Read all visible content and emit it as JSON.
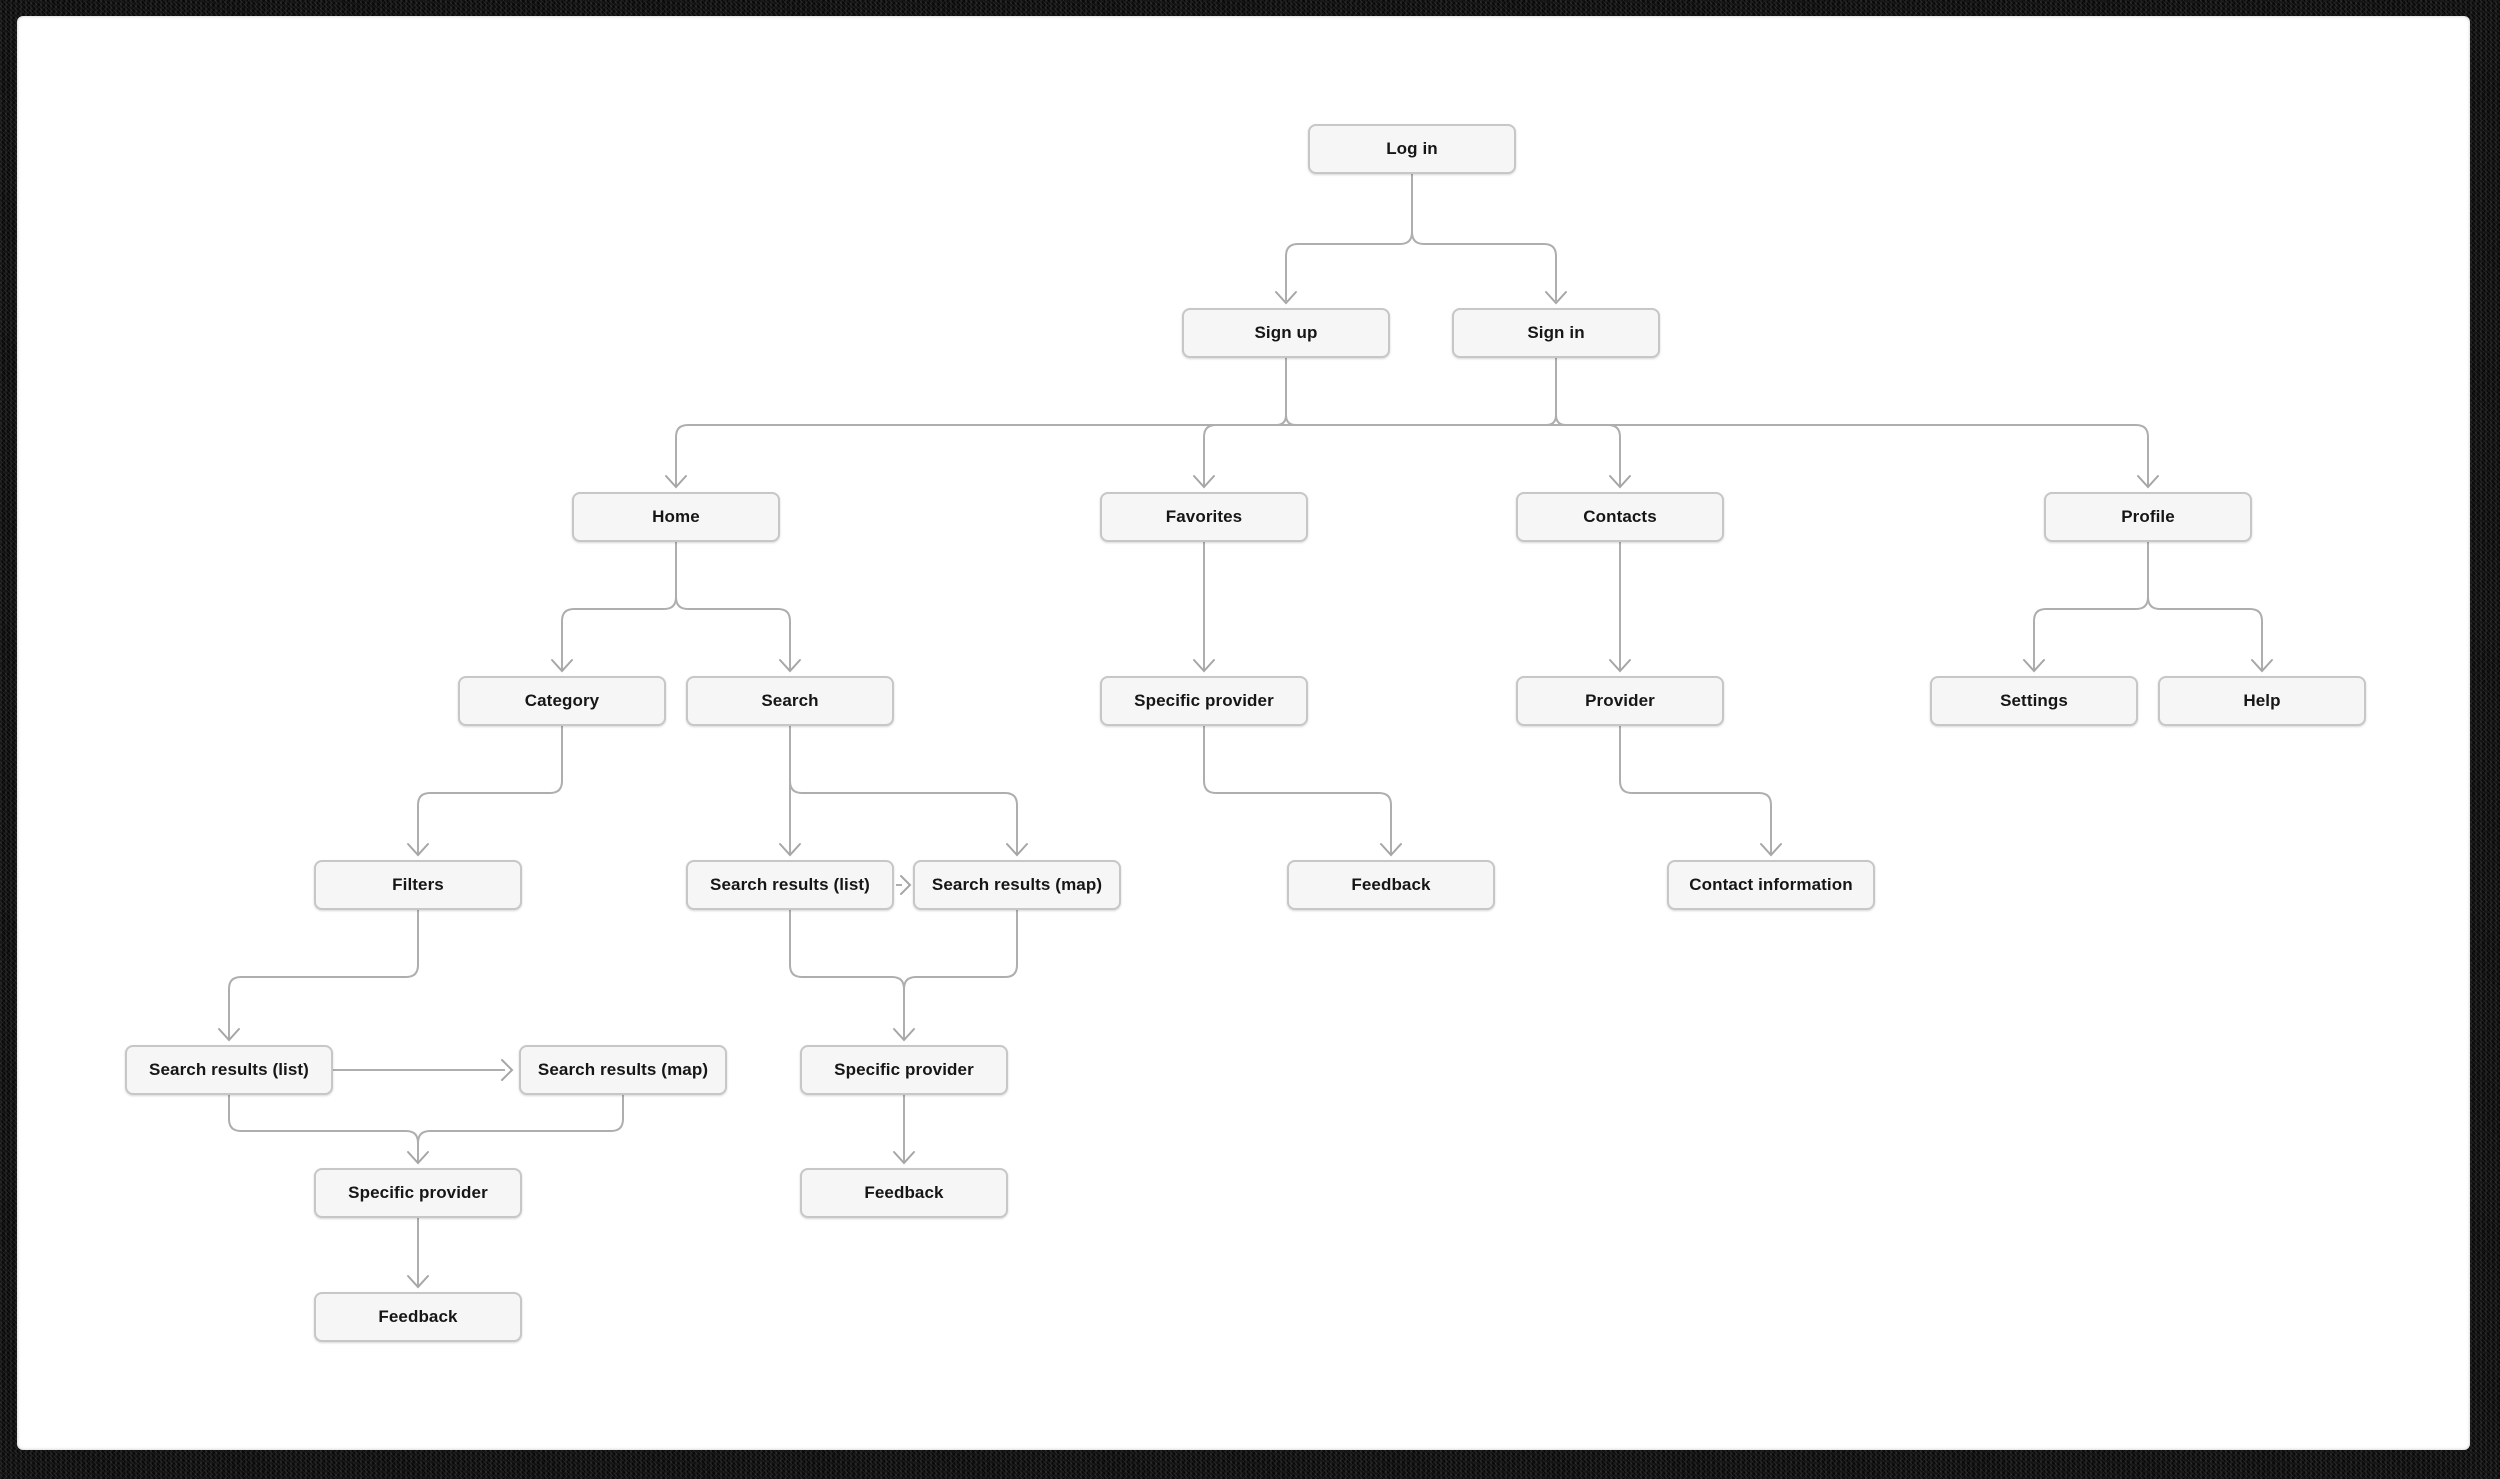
{
  "diagram": {
    "type": "sitemap-flowchart",
    "colors": {
      "sheet_background": "#ffffff",
      "frame": "#090909",
      "node_fill": "#f6f6f6",
      "node_border": "#c7c7c7",
      "node_text": "#161616",
      "connector": "#aeaeae"
    }
  },
  "nodes": {
    "login": {
      "label": "Log in"
    },
    "sign_up": {
      "label": "Sign up"
    },
    "sign_in": {
      "label": "Sign in"
    },
    "home": {
      "label": "Home"
    },
    "favorites": {
      "label": "Favorites"
    },
    "contacts": {
      "label": "Contacts"
    },
    "profile": {
      "label": "Profile"
    },
    "category": {
      "label": "Category"
    },
    "search": {
      "label": "Search"
    },
    "specific_provider_favorites": {
      "label": "Specific provider"
    },
    "provider": {
      "label": "Provider"
    },
    "settings": {
      "label": "Settings"
    },
    "help": {
      "label": "Help"
    },
    "filters": {
      "label": "Filters"
    },
    "search_results_list_mid": {
      "label": "Search results (list)"
    },
    "search_results_map_mid": {
      "label": "Search results (map)"
    },
    "feedback_favorites": {
      "label": "Feedback"
    },
    "contact_information": {
      "label": "Contact information"
    },
    "search_results_list_left": {
      "label": "Search results (list)"
    },
    "search_results_map_left": {
      "label": "Search results (map)"
    },
    "specific_provider_mid": {
      "label": "Specific provider"
    },
    "specific_provider_left": {
      "label": "Specific provider"
    },
    "feedback_mid": {
      "label": "Feedback"
    },
    "feedback_left": {
      "label": "Feedback"
    }
  },
  "edges": [
    {
      "from": "login",
      "to": "sign_up"
    },
    {
      "from": "login",
      "to": "sign_in"
    },
    {
      "from": "sign_up",
      "to": "home"
    },
    {
      "from": "sign_up",
      "to": "favorites"
    },
    {
      "from": "sign_up",
      "to": "contacts"
    },
    {
      "from": "sign_up",
      "to": "profile"
    },
    {
      "from": "sign_in",
      "to": "home"
    },
    {
      "from": "sign_in",
      "to": "favorites"
    },
    {
      "from": "sign_in",
      "to": "contacts"
    },
    {
      "from": "sign_in",
      "to": "profile"
    },
    {
      "from": "home",
      "to": "category"
    },
    {
      "from": "home",
      "to": "search"
    },
    {
      "from": "category",
      "to": "filters"
    },
    {
      "from": "search",
      "to": "search_results_list_mid"
    },
    {
      "from": "search",
      "to": "search_results_map_mid"
    },
    {
      "from": "search_results_list_mid",
      "to": "search_results_map_mid"
    },
    {
      "from": "search_results_list_mid",
      "to": "specific_provider_mid"
    },
    {
      "from": "search_results_map_mid",
      "to": "specific_provider_mid"
    },
    {
      "from": "specific_provider_mid",
      "to": "feedback_mid"
    },
    {
      "from": "filters",
      "to": "search_results_list_left"
    },
    {
      "from": "search_results_list_left",
      "to": "search_results_map_left"
    },
    {
      "from": "search_results_list_left",
      "to": "specific_provider_left"
    },
    {
      "from": "search_results_map_left",
      "to": "specific_provider_left"
    },
    {
      "from": "specific_provider_left",
      "to": "feedback_left"
    },
    {
      "from": "favorites",
      "to": "specific_provider_favorites"
    },
    {
      "from": "specific_provider_favorites",
      "to": "feedback_favorites"
    },
    {
      "from": "contacts",
      "to": "provider"
    },
    {
      "from": "provider",
      "to": "contact_information"
    },
    {
      "from": "profile",
      "to": "settings"
    },
    {
      "from": "profile",
      "to": "help"
    }
  ]
}
